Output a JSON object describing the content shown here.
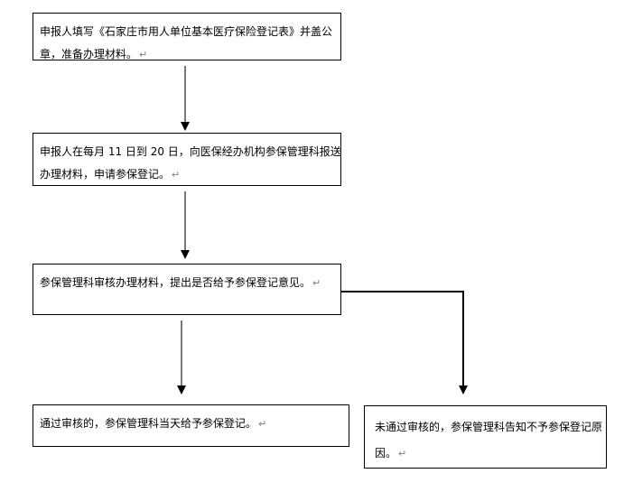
{
  "diagram": {
    "type": "flowchart",
    "background": "#ffffff",
    "colors": {
      "box_border": "#000000",
      "text": "#000000",
      "arrow_shaft": "#787878",
      "arrow_head": "#000000",
      "connector": "#000000",
      "paragraph_mark": "#808080"
    },
    "paragraph_mark": "↵",
    "nodes": [
      {
        "id": "prepare-materials",
        "lines": [
          "申报人填写《石家庄市用人单位基本医疗保险登记表》并盖公",
          "章，准备办理材料。"
        ]
      },
      {
        "id": "submit-materials",
        "lines": [
          "申报人在每月 11 日到 20 日，向医保经办机构参保管理科报送",
          "办理材料，申请参保登记。"
        ]
      },
      {
        "id": "review-materials",
        "lines": [
          "参保管理科审核办理材料，提出是否给予参保登记意见。"
        ]
      },
      {
        "id": "approved-result",
        "lines": [
          "通过审核的，参保管理科当天给予参保登记。"
        ]
      },
      {
        "id": "rejected-result",
        "lines": [
          "未通过审核的，参保管理科告知不予参保登记原",
          "因。"
        ]
      }
    ],
    "edges": [
      {
        "from": "prepare-materials",
        "to": "submit-materials"
      },
      {
        "from": "submit-materials",
        "to": "review-materials"
      },
      {
        "from": "review-materials",
        "to": "approved-result"
      },
      {
        "from": "review-materials",
        "to": "rejected-result"
      }
    ]
  }
}
